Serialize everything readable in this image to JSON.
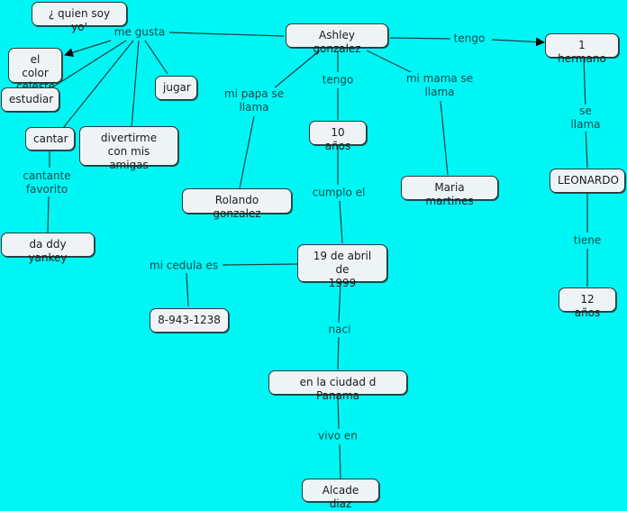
{
  "colors": {
    "background": "#00f5f5",
    "node_fill": "#eef4f6",
    "node_border": "#2a3a3a",
    "link_text": "#0d4a4a",
    "line": "#1a4040"
  },
  "nodes": {
    "quien_soy": "¿ quien soy yo'",
    "ashley": "Ashley gonzalez",
    "color_celeste": "el color\nceleste",
    "estudiar": "estudiar",
    "jugar": "jugar",
    "cantar": "cantar",
    "divertirme": "divertirme\ncon mis amigas",
    "daddy_yankey": "da ddy yankey",
    "rolando": "Rolando gonzalez",
    "diez_anos": "10 años",
    "maria": "Maria martines",
    "hermano": "1 hermano",
    "leonardo": "LEONARDO",
    "doce_anos": "12 años",
    "fecha": "19 de abril de\n1999",
    "cedula": "8-943-1238",
    "panama": "en la ciudad d Panama",
    "alcade": "Alcade diaz"
  },
  "links": {
    "me_gusta": "me gusta",
    "mi_papa": "mi papa se\nllama",
    "tengo_edad": "tengo",
    "mi_mama": "mi mama se\nllama",
    "tengo_hermano": "tengo",
    "se_llama": "se llama",
    "tiene": "tiene",
    "cantante_favorito": "cantante\nfavorito",
    "cumplo_el": "cumplo el",
    "mi_cedula": "mi cedula es",
    "naci": "naci",
    "vivo_en": "vivo en"
  }
}
